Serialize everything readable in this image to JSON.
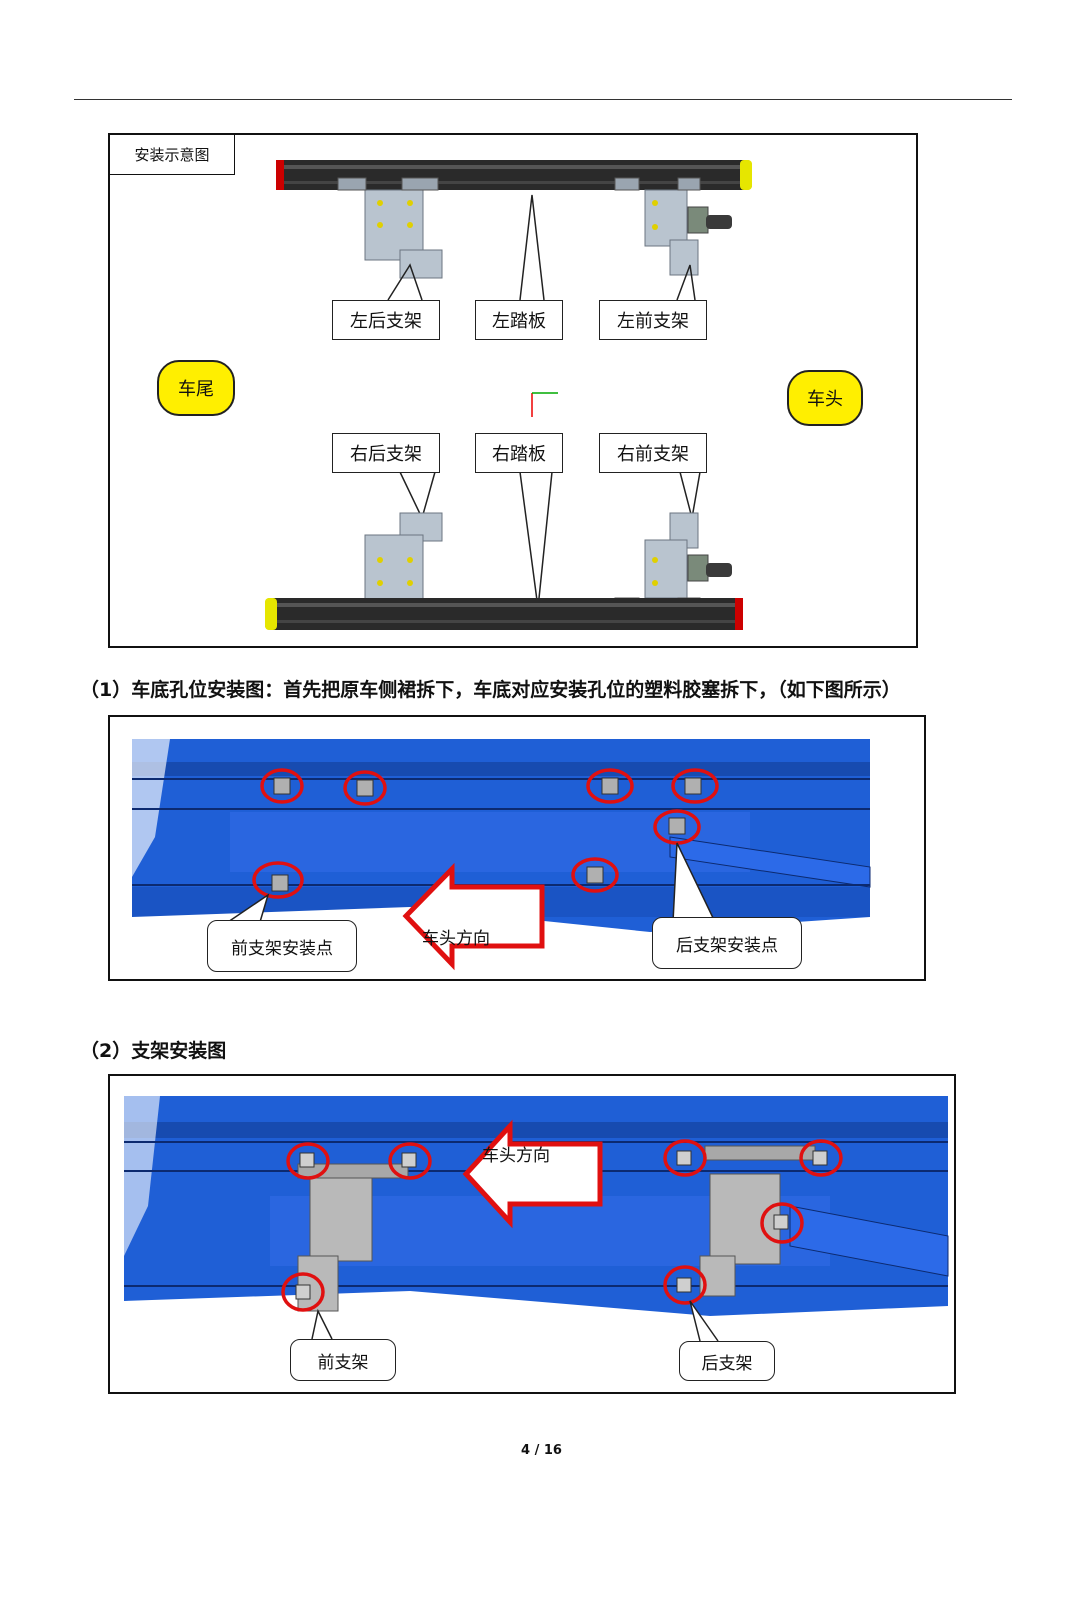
{
  "figure1": {
    "legend": "安装示意图",
    "labels": {
      "left_rear_bracket": "左后支架",
      "left_step": "左踏板",
      "left_front_bracket": "左前支架",
      "right_rear_bracket": "右后支架",
      "right_step": "右踏板",
      "right_front_bracket": "右前支架"
    },
    "rear": "车尾",
    "front": "车头"
  },
  "section1": {
    "heading": "（1）车底孔位安装图：首先把原车侧裙拆下，车底对应安装孔位的塑料胶塞拆下，（如下图所示）",
    "front_point": "前支架安装点",
    "rear_point": "后支架安装点",
    "direction": "车头方向"
  },
  "section2": {
    "heading": "（2）支架安装图",
    "front_bracket": "前支架",
    "rear_bracket": "后支架",
    "direction": "车头方向"
  },
  "page": "4 / 16",
  "colors": {
    "body_blue": "#1f5fd6",
    "highlight": "#e01010",
    "badge": "#ffef00",
    "step_black": "#2a2a2a"
  }
}
